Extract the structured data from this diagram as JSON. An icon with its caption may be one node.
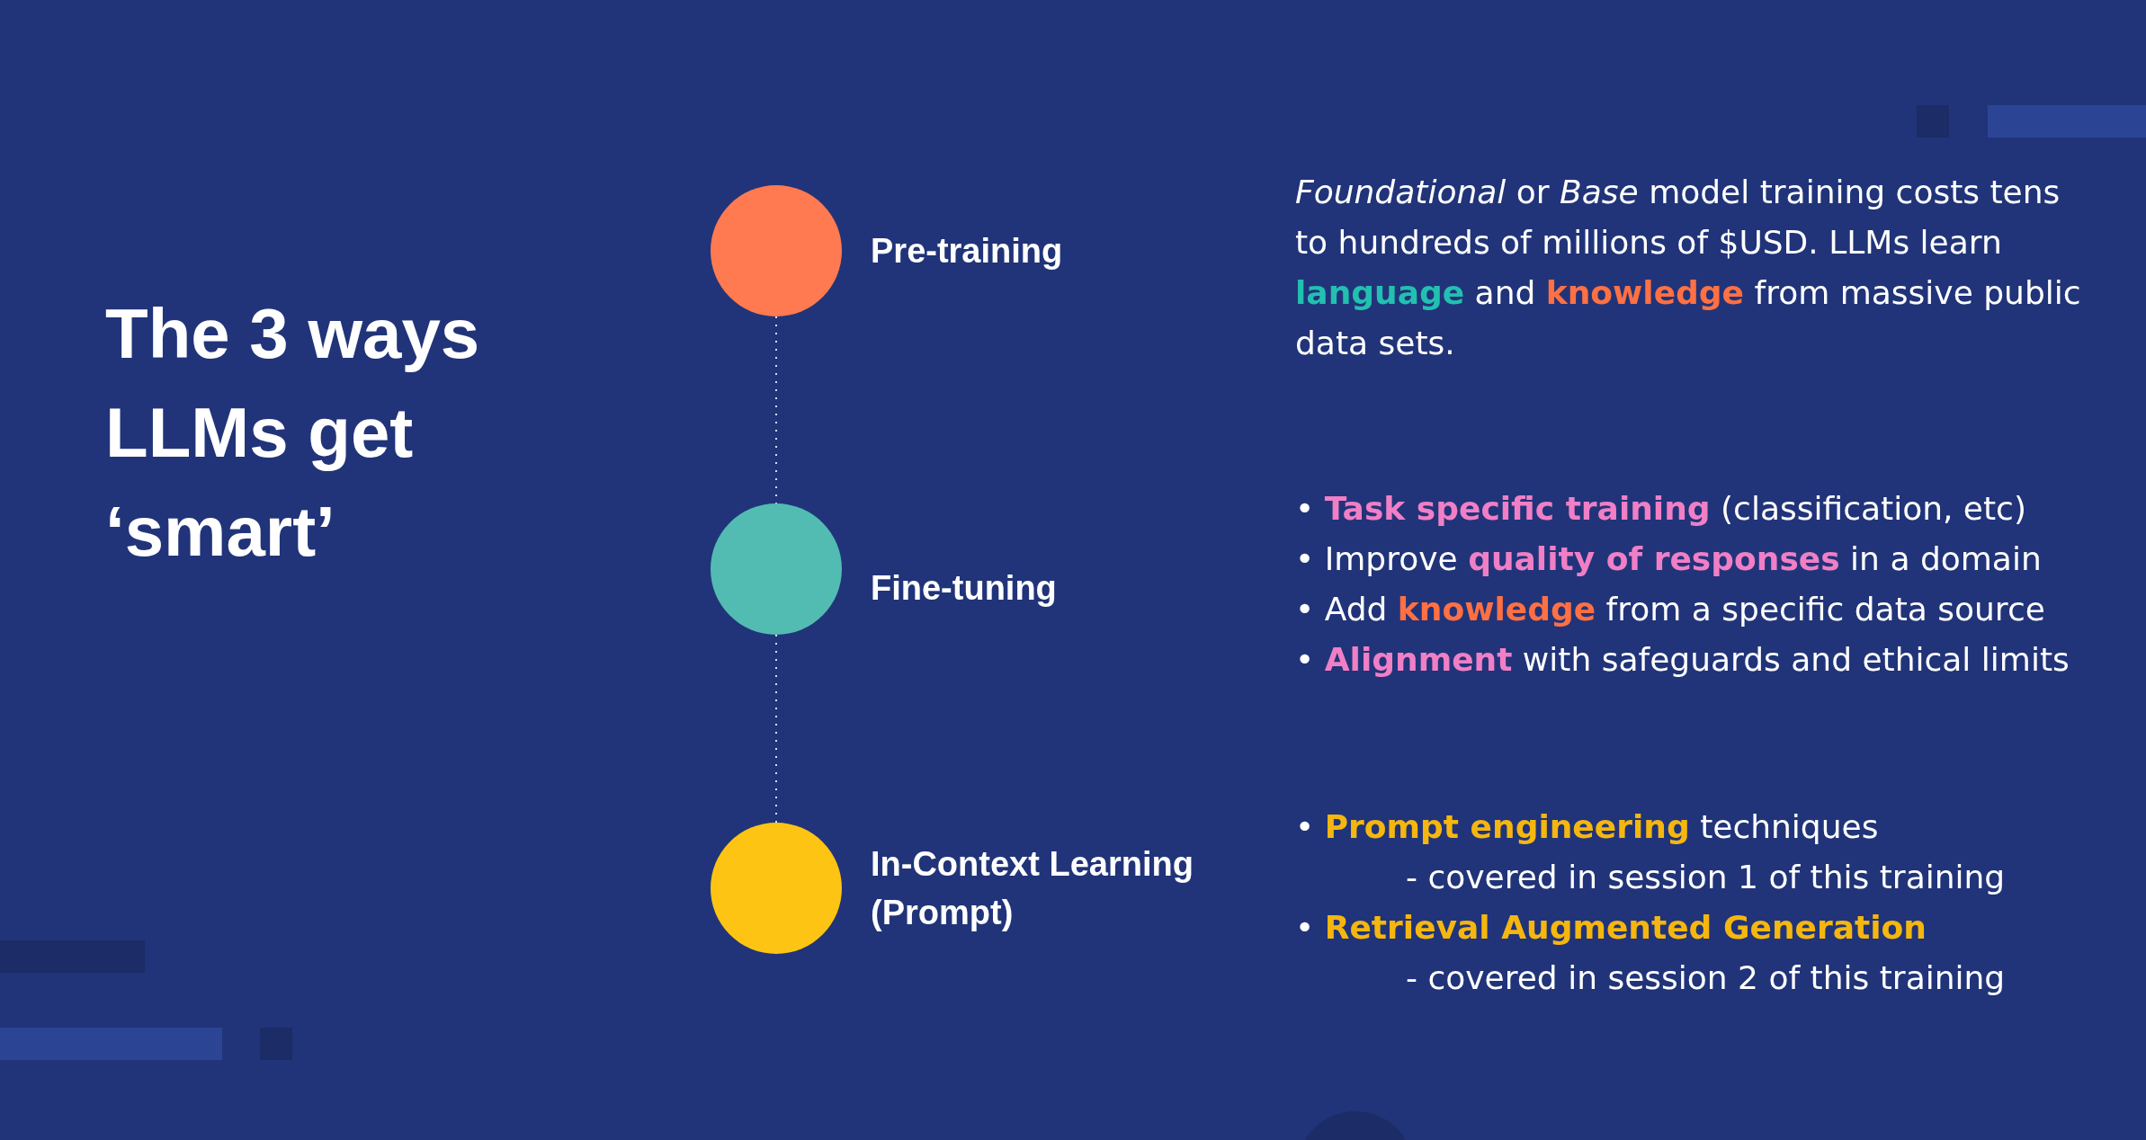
{
  "diagram": {
    "title": "The 3 ways LLMs get ‘smart’",
    "nodes": [
      {
        "text": [],
        "shape": "circle",
        "beside": [
          "Pre-training"
        ]
      },
      {
        "text": [],
        "shape": "circle",
        "beside": [
          "Fine-tuning"
        ]
      },
      {
        "text": [],
        "shape": "circle",
        "beside": [
          "In-Context Learning (Prompt)"
        ]
      }
    ],
    "edges": [
      {
        "from": 0,
        "to": 1,
        "arrow": "none",
        "style": "dashed"
      },
      {
        "from": 1,
        "to": 2,
        "arrow": "none",
        "style": "dashed"
      }
    ],
    "labels": [
      "*Foundational* or *Base* model training costs tens to hundreds of millions of $USD. LLMs learn **language** and **knowledge** from massive public data sets.",
      "• **Task specific training** (classification, etc)",
      "• Improve **quality of responses** in a domain",
      "• Add **knowledge** from a specific data source",
      "• **Alignment** with safeguards and ethical limits",
      "• **Prompt engineering** techniques",
      "- covered in session 1 of this training",
      "• **Retrieval Augmented Generation**",
      "- covered in session 2 of this training"
    ]
  }
}
